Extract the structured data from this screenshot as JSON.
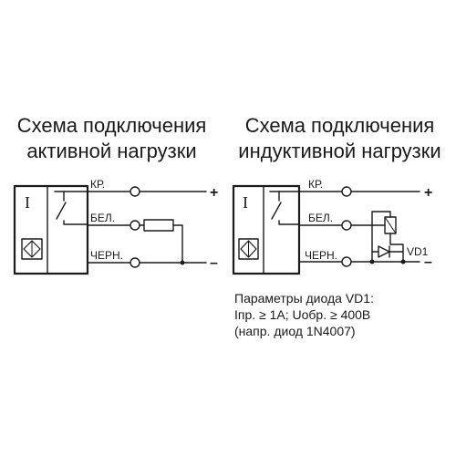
{
  "titles": {
    "left": [
      "Схема подключения",
      "активной нагрузки"
    ],
    "right": [
      "Схема подключения",
      "индуктивной нагрузки"
    ]
  },
  "sensor": {
    "label": "I"
  },
  "wires": {
    "brown": "КР.",
    "blue": "БЕЛ.",
    "black": "ЧЕРН."
  },
  "terminals": {
    "plus": "+",
    "minus": "–"
  },
  "diode": {
    "label": "VD1"
  },
  "params": {
    "line1": "Параметры диода VD1:",
    "line2": "Iпр. ≥ 1А; Uобр. ≥ 400В",
    "line3": "(напр. диод 1N4007)"
  },
  "colors": {
    "ink": "#1a1a1a",
    "background": "#ffffff"
  }
}
